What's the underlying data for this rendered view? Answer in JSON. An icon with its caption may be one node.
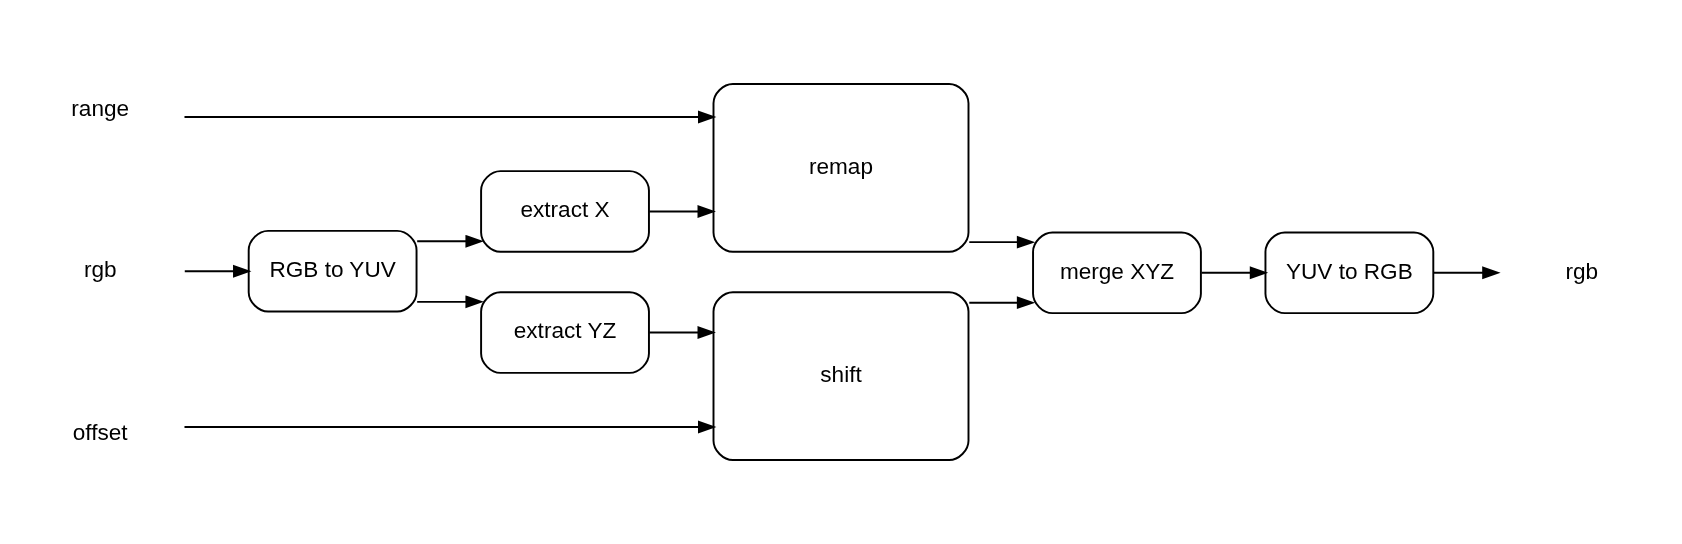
{
  "diagram": {
    "nodes": [
      {
        "text": [
          "range"
        ]
      },
      {
        "text": [
          "rgb"
        ]
      },
      {
        "text": [
          "offset"
        ]
      },
      {
        "text": [
          "RGB to YUV"
        ]
      },
      {
        "text": [
          "extract X"
        ]
      },
      {
        "text": [
          "extract YZ"
        ]
      },
      {
        "text": [
          "remap"
        ]
      },
      {
        "text": [
          "shift"
        ]
      },
      {
        "text": [
          "merge XYZ"
        ]
      },
      {
        "text": [
          "YUV to RGB"
        ]
      },
      {
        "text": [
          "rgb"
        ]
      }
    ],
    "edges": [
      {
        "from": 0,
        "to": 6,
        "arrow": "to"
      },
      {
        "from": 1,
        "to": 3,
        "arrow": "to"
      },
      {
        "from": 3,
        "to": 4,
        "arrow": "to"
      },
      {
        "from": 3,
        "to": 5,
        "arrow": "to"
      },
      {
        "from": 4,
        "to": 6,
        "arrow": "to"
      },
      {
        "from": 5,
        "to": 7,
        "arrow": "to"
      },
      {
        "from": 2,
        "to": 7,
        "arrow": "to"
      },
      {
        "from": 6,
        "to": 8,
        "arrow": "to"
      },
      {
        "from": 7,
        "to": 8,
        "arrow": "to"
      },
      {
        "from": 8,
        "to": 9,
        "arrow": "to"
      },
      {
        "from": 9,
        "to": 10,
        "arrow": "to"
      }
    ]
  }
}
